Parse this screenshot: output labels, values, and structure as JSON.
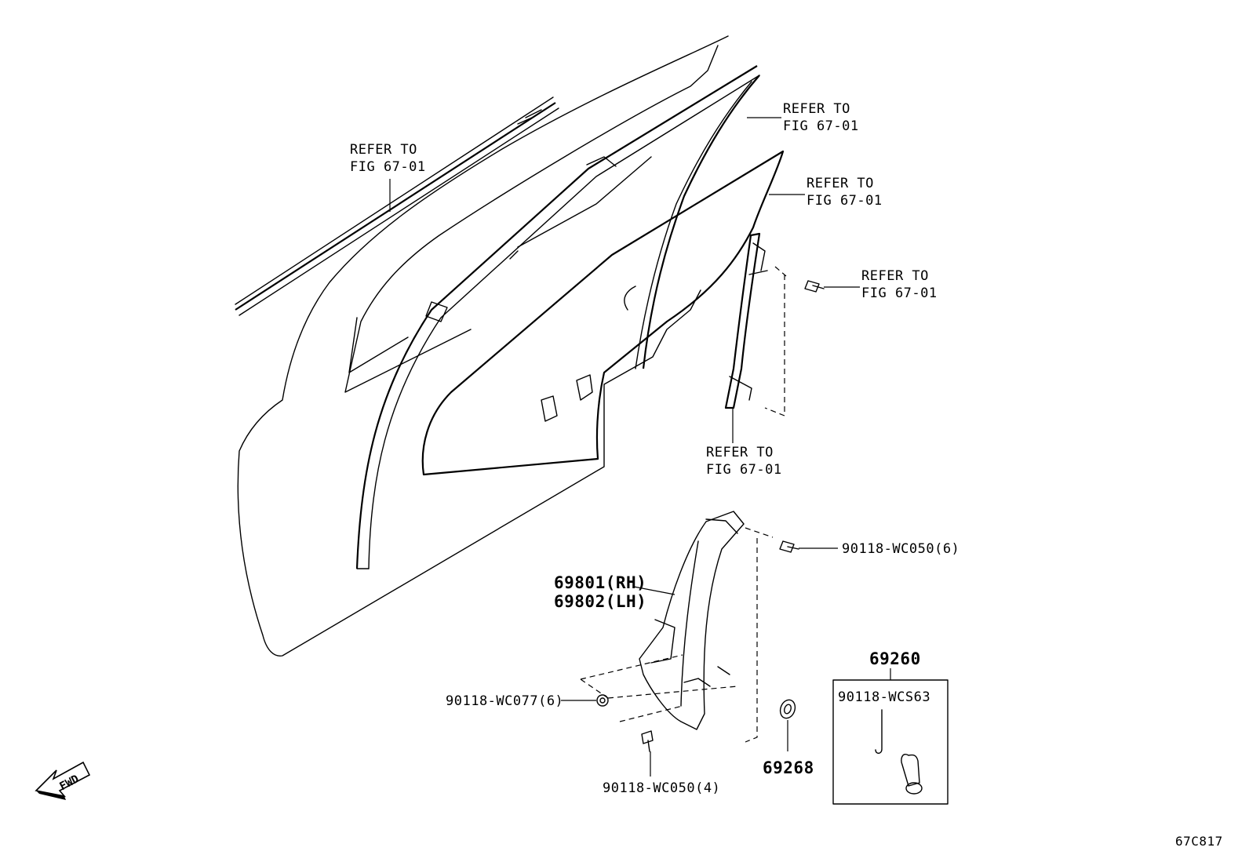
{
  "labels": {
    "ref_belt_moulding": [
      "REFER TO",
      "FIG 67-01"
    ],
    "ref_run_channel": [
      "REFER TO",
      "FIG 67-01"
    ],
    "ref_glass": [
      "REFER TO",
      "FIG 67-01"
    ],
    "ref_bolt": [
      "REFER TO",
      "FIG 67-01"
    ],
    "ref_rear_channel": [
      "REFER TO",
      "FIG 67-01"
    ],
    "bolt_top": "90118-WC050(6)",
    "regulator_rh": "69801(RH)",
    "regulator_lh": "69802(LH)",
    "nut": "90118-WC077(6)",
    "bolt_bottom": "90118-WC050(4)",
    "grommet": "69268",
    "handle_kit": "69260",
    "handle_clip": "90118-WCS63",
    "fwd_arrow": "FWD",
    "figure_code": "67C817"
  }
}
